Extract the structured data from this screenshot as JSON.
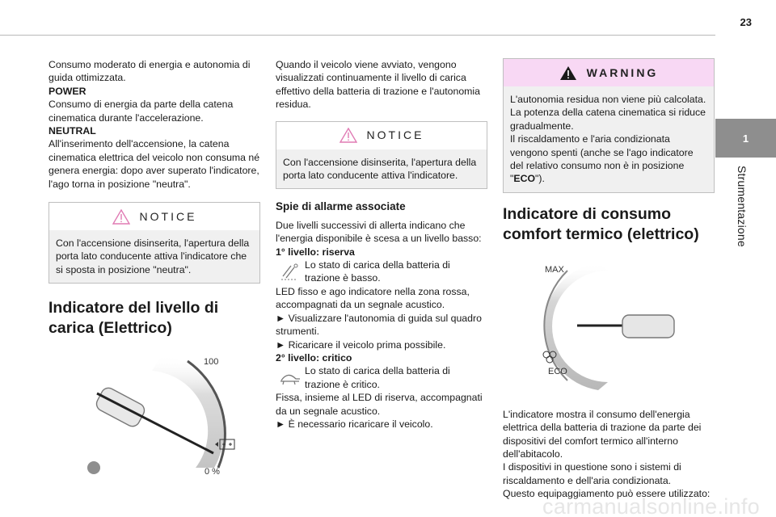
{
  "page": {
    "number": "23"
  },
  "chapter": {
    "tab": "1",
    "title": "Strumentazione"
  },
  "col1": {
    "intro": "Consumo moderato di energia e autonomia di guida ottimizzata.",
    "power_label": "POWER",
    "power_text": "Consumo di energia da parte della catena cinematica durante l'accelerazione.",
    "neutral_label": "NEUTRAL",
    "neutral_text": "All'inserimento dell'accensione, la catena cinematica elettrica del veicolo non consuma né genera energia: dopo aver superato l'indicatore, l'ago torna in posizione \"neutra\".",
    "notice_label": "NOTICE",
    "notice_text": "Con l'accensione disinserita, l'apertura della porta lato conducente attiva l'indicatore che si sposta in posizione \"neutra\".",
    "heading": "Indicatore del livello di carica (Elettrico)",
    "gauge_max": "100",
    "gauge_min": "0 %"
  },
  "col2": {
    "intro": "Quando il veicolo viene avviato, vengono visualizzati continuamente il livello di carica effettivo della batteria di trazione e l'autonomia residua.",
    "notice_label": "NOTICE",
    "notice_text": "Con l'accensione disinserita, l'apertura della porta lato conducente attiva l'indicatore.",
    "subheading": "Spie di allarme associate",
    "alerts_intro": "Due livelli successivi di allerta indicano che l'energia disponibile è scesa a un livello basso:",
    "level1_label": "1° livello: riserva",
    "level1_text": "Lo stato di carica della batteria di trazione è basso.",
    "level1_detail": "LED fisso e ago indicatore nella zona rossa, accompagnati da un segnale acustico.",
    "level1_action1": "► Visualizzare l'autonomia di guida sul quadro strumenti.",
    "level1_action2": "► Ricaricare il veicolo prima possibile.",
    "level2_label": "2° livello: critico",
    "level2_text": "Lo stato di carica della batteria di trazione è critico.",
    "level2_detail": "Fissa, insieme al LED di riserva, accompagnati da un segnale acustico.",
    "level2_action": "► È necessario ricaricare il veicolo."
  },
  "col3": {
    "warning_label": "WARNING",
    "warning_text1": "L'autonomia residua non viene più calcolata. La potenza della catena cinematica si riduce gradualmente.",
    "warning_text2_a": "Il riscaldamento e l'aria condizionata vengono spenti (anche se l'ago indicatore del relativo consumo non è in posizione \"",
    "warning_text2_b": "ECO",
    "warning_text2_c": "\").",
    "heading": "Indicatore di consumo comfort termico (elettrico)",
    "gauge_max": "MAX",
    "gauge_min": "ECO",
    "body1": "L'indicatore mostra il consumo dell'energia elettrica della batteria di trazione da parte dei dispositivi del comfort termico all'interno dell'abitacolo.",
    "body2": "I dispositivi in questione sono i sistemi di riscaldamento e dell'aria condizionata.",
    "body3": "Questo equipaggiamento può essere utilizzato:"
  },
  "footer": {
    "watermark": "carmanualsonline.info"
  },
  "colors": {
    "warning_bg": "#f8d8f4",
    "box_body": "#f0f0f0",
    "tab": "#8e8e8e",
    "notice_icon": "#e07bb4"
  }
}
